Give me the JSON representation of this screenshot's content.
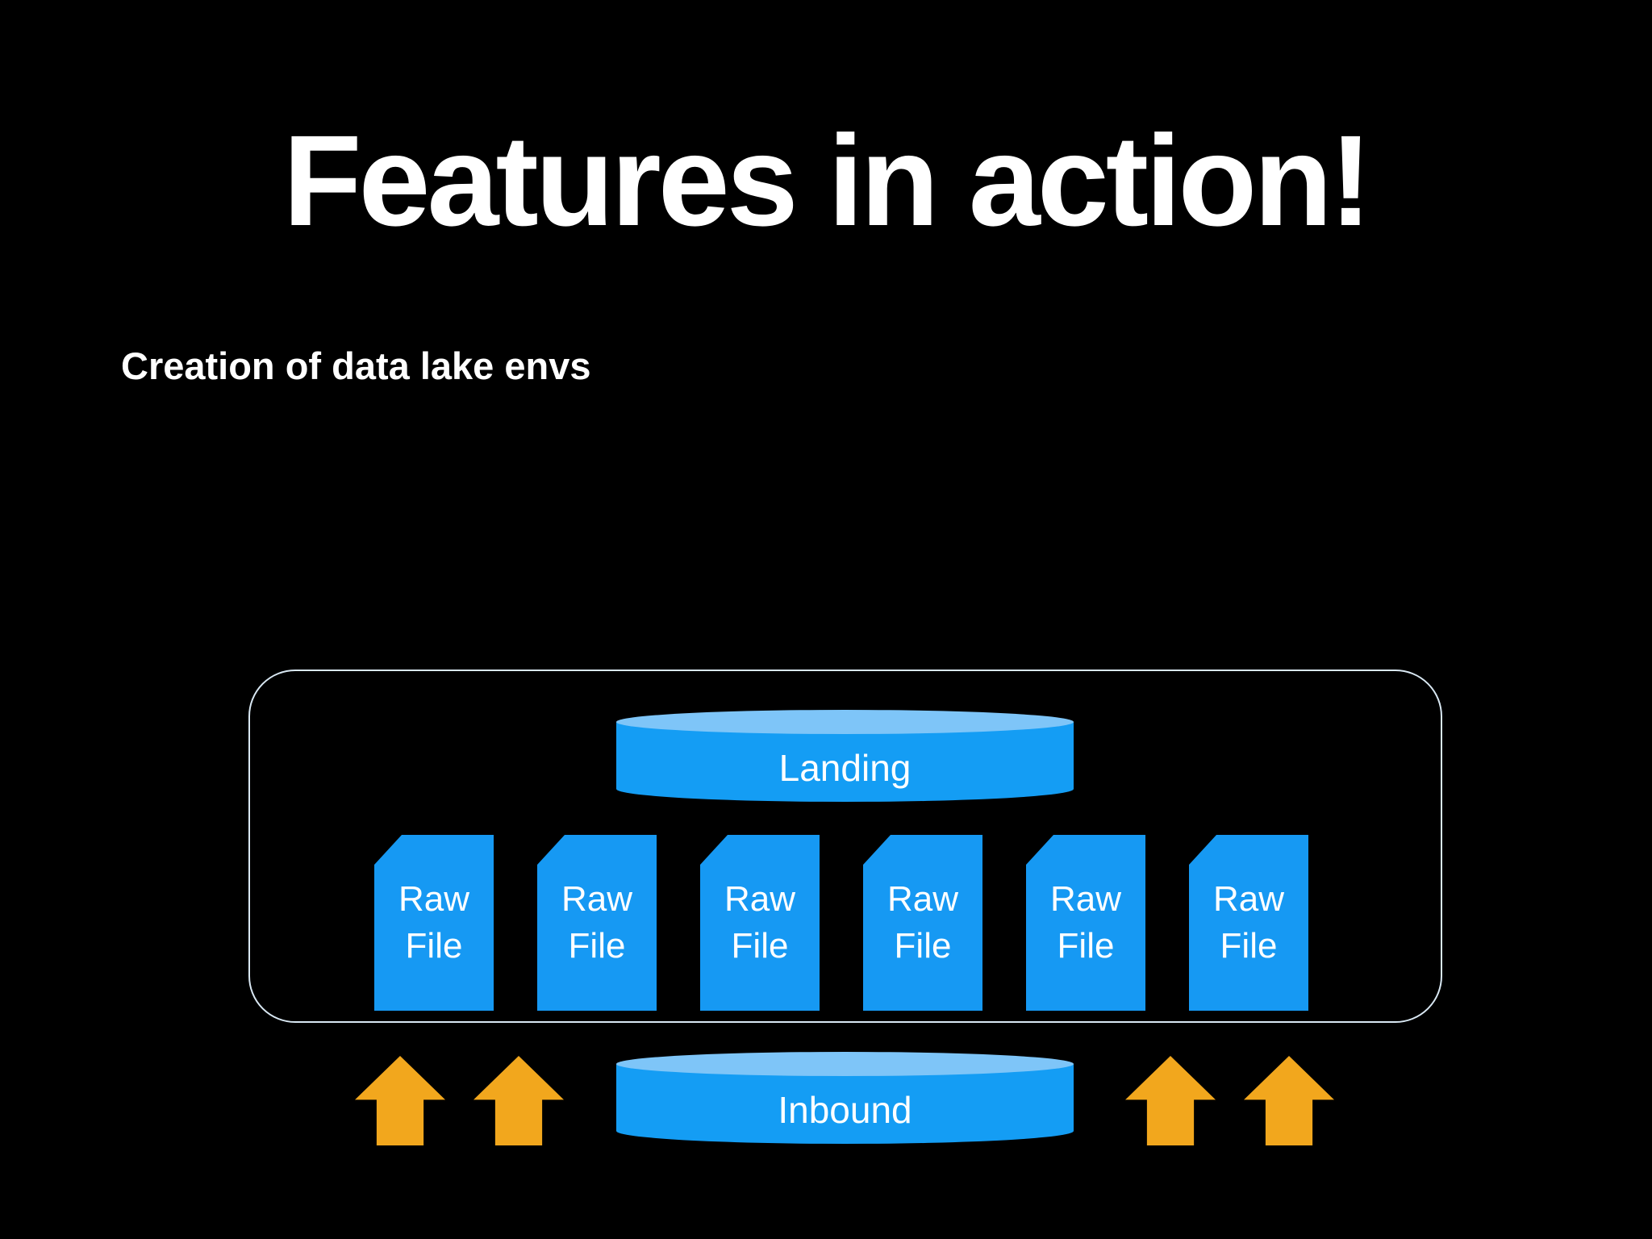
{
  "slide": {
    "title": "Features in action!",
    "subtitle": "Creation of data lake envs",
    "background_color": "#000000",
    "text_color": "#FFFFFF"
  },
  "diagram": {
    "container": {
      "border_color": "#D9E8F3",
      "shape": "rounded-rectangle"
    },
    "landing": {
      "label": "Landing"
    },
    "inbound": {
      "label": "Inbound"
    },
    "colors": {
      "cylinder_body": "#149DF4",
      "cylinder_top": "#7EC5F8",
      "file_fill": "#1699F3",
      "arrow_fill": "#F2A71D"
    },
    "files": [
      {
        "line1": "Raw",
        "line2": "File"
      },
      {
        "line1": "Raw",
        "line2": "File"
      },
      {
        "line1": "Raw",
        "line2": "File"
      },
      {
        "line1": "Raw",
        "line2": "File"
      },
      {
        "line1": "Raw",
        "line2": "File"
      },
      {
        "line1": "Raw",
        "line2": "File"
      }
    ],
    "arrows": {
      "count": 4,
      "direction": "up"
    }
  }
}
